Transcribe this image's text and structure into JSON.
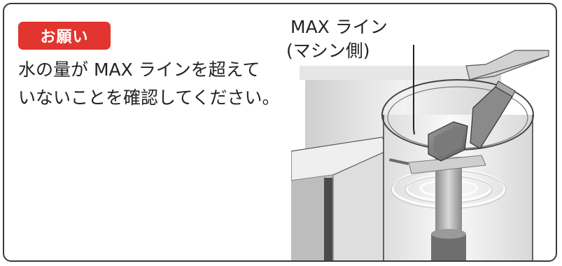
{
  "notice": {
    "badge_label": "お願い",
    "badge_color": "#e2352f",
    "lines": [
      "水の量が MAX ラインを超えて",
      "いないことを確認してください。"
    ]
  },
  "illustration": {
    "callout_label": "MAX ライン",
    "callout_sub": "(マシン側)"
  }
}
